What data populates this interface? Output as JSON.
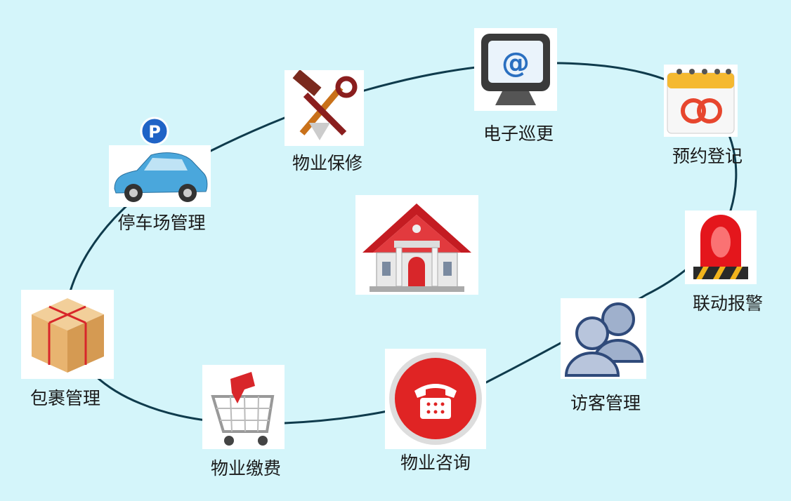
{
  "colors": {
    "background": "#d4f5fa",
    "ring": "#0f3b4c",
    "accent_red": "#d8262a"
  },
  "center": {
    "icon": "house-icon"
  },
  "nodes": [
    {
      "id": "parking",
      "label": "停车场管理",
      "icon": "car-parking-icon",
      "badge": "P"
    },
    {
      "id": "repair",
      "label": "物业保修",
      "icon": "tools-icon"
    },
    {
      "id": "patrol",
      "label": "电子巡更",
      "icon": "monitor-at-icon",
      "glyph": "@"
    },
    {
      "id": "booking",
      "label": "预约登记",
      "icon": "calendar-icon"
    },
    {
      "id": "alarm",
      "label": "联动报警",
      "icon": "alarm-light-icon"
    },
    {
      "id": "visitor",
      "label": "访客管理",
      "icon": "users-icon"
    },
    {
      "id": "consult",
      "label": "物业咨询",
      "icon": "telephone-icon"
    },
    {
      "id": "payment",
      "label": "物业缴费",
      "icon": "shopping-cart-icon"
    },
    {
      "id": "parcel",
      "label": "包裹管理",
      "icon": "package-icon"
    }
  ]
}
